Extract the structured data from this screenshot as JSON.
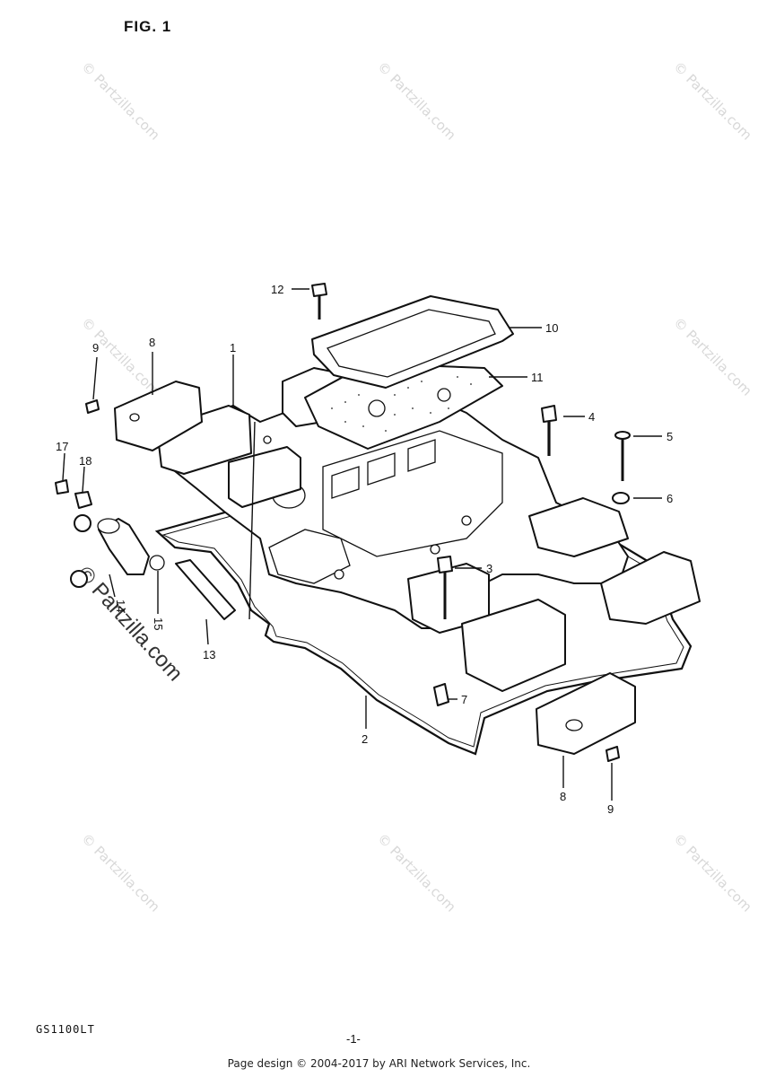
{
  "figure": {
    "title": "FIG. 1",
    "model": "GS1100LT",
    "page_number": "-1-"
  },
  "footer": {
    "text": "Page design © 2004-2017 by ARI Network Services, Inc."
  },
  "watermark": {
    "text": "© Partzilla.com",
    "large_text": "© Partzilla.com"
  },
  "callouts": {
    "c1": "1",
    "c2": "2",
    "c3": "3",
    "c4": "4",
    "c5": "5",
    "c6": "6",
    "c7": "7",
    "c8a": "8",
    "c8b": "8",
    "c9a": "9",
    "c9b": "9",
    "c10": "10",
    "c11": "11",
    "c12": "12",
    "c13": "13",
    "c14": "14",
    "c15": "15",
    "c17": "17",
    "c18": "18"
  }
}
